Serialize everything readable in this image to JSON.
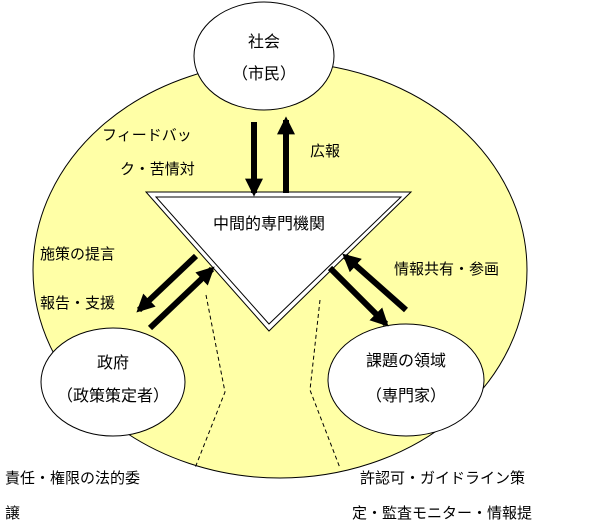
{
  "colors": {
    "background": "#ffffff",
    "big_ellipse": "#ffffa6",
    "stroke": "#000000"
  },
  "nodes": {
    "society": {
      "line1": "社会",
      "line2": "（市民）"
    },
    "government": {
      "line1": "政府",
      "line2": "（政策策定者）"
    },
    "domain": {
      "line1": "課題の領域",
      "line2": "（専門家）"
    },
    "intermediary": {
      "label": "中間的専門機関"
    }
  },
  "flows": {
    "feedback_line1": "フィードバッ",
    "feedback_line2": "ク・苦情対",
    "pr": "広報",
    "policy_proposal": "施策の提言",
    "report_support": "報告・支援",
    "info_sharing": "情報共有・参画"
  },
  "notes": {
    "left_line1": "責任・権限の法的委",
    "left_line2": "譲",
    "right_line1": "許認可・ガイドライン策",
    "right_line2": "定・監査モニター・情報提"
  }
}
